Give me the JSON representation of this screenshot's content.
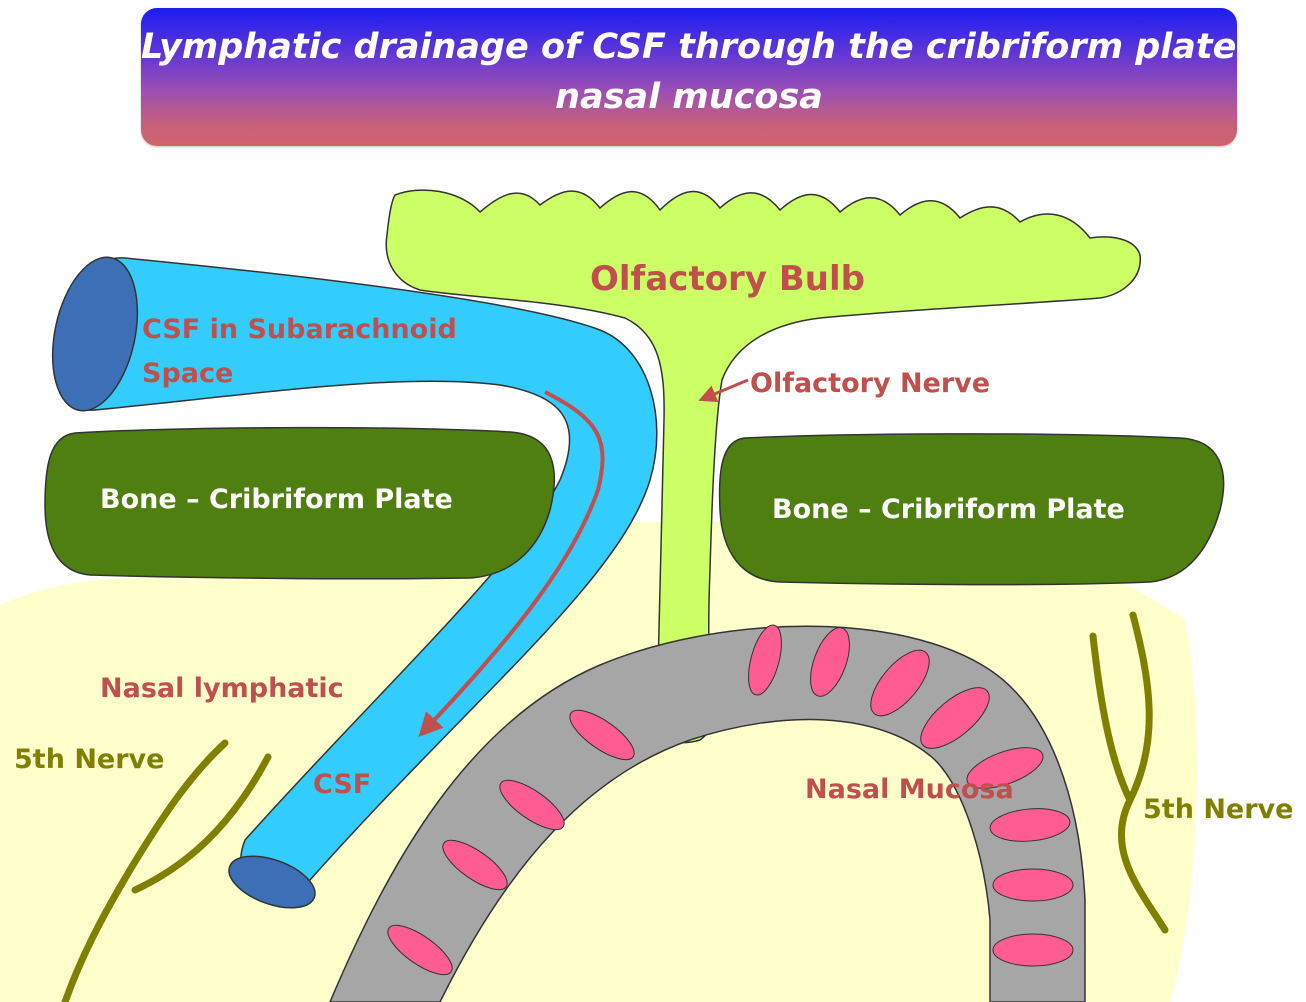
{
  "title": {
    "line1": "Lymphatic drainage of CSF through the cribriform plate and",
    "line2": "nasal mucosa"
  },
  "labels": {
    "olfactory_bulb": "Olfactory Bulb",
    "olfactory_nerve": "Olfactory Nerve",
    "csf_space_line1": "CSF in Subarachnoid",
    "csf_space_line2": "Space",
    "bone_left": "Bone – Cribriform Plate",
    "bone_right": "Bone – Cribriform Plate",
    "nasal_lymphatic": "Nasal lymphatic",
    "csf": "CSF",
    "nasal_mucosa": "Nasal Mucosa",
    "fifth_nerve_left": "5th Nerve",
    "fifth_nerve_right": "5th Nerve"
  },
  "colors": {
    "label_red": "#c0504d",
    "bulb_green": "#ccff66",
    "csf_blue": "#33ccff",
    "csf_blue_dark": "#3c6fb5",
    "bone_green": "#4f7f10",
    "nerve_olive": "#808000",
    "mucosa_gray": "#a6a6a6",
    "gland_pink": "#ff5c93",
    "lymph_yellow": "#ffffcc"
  }
}
